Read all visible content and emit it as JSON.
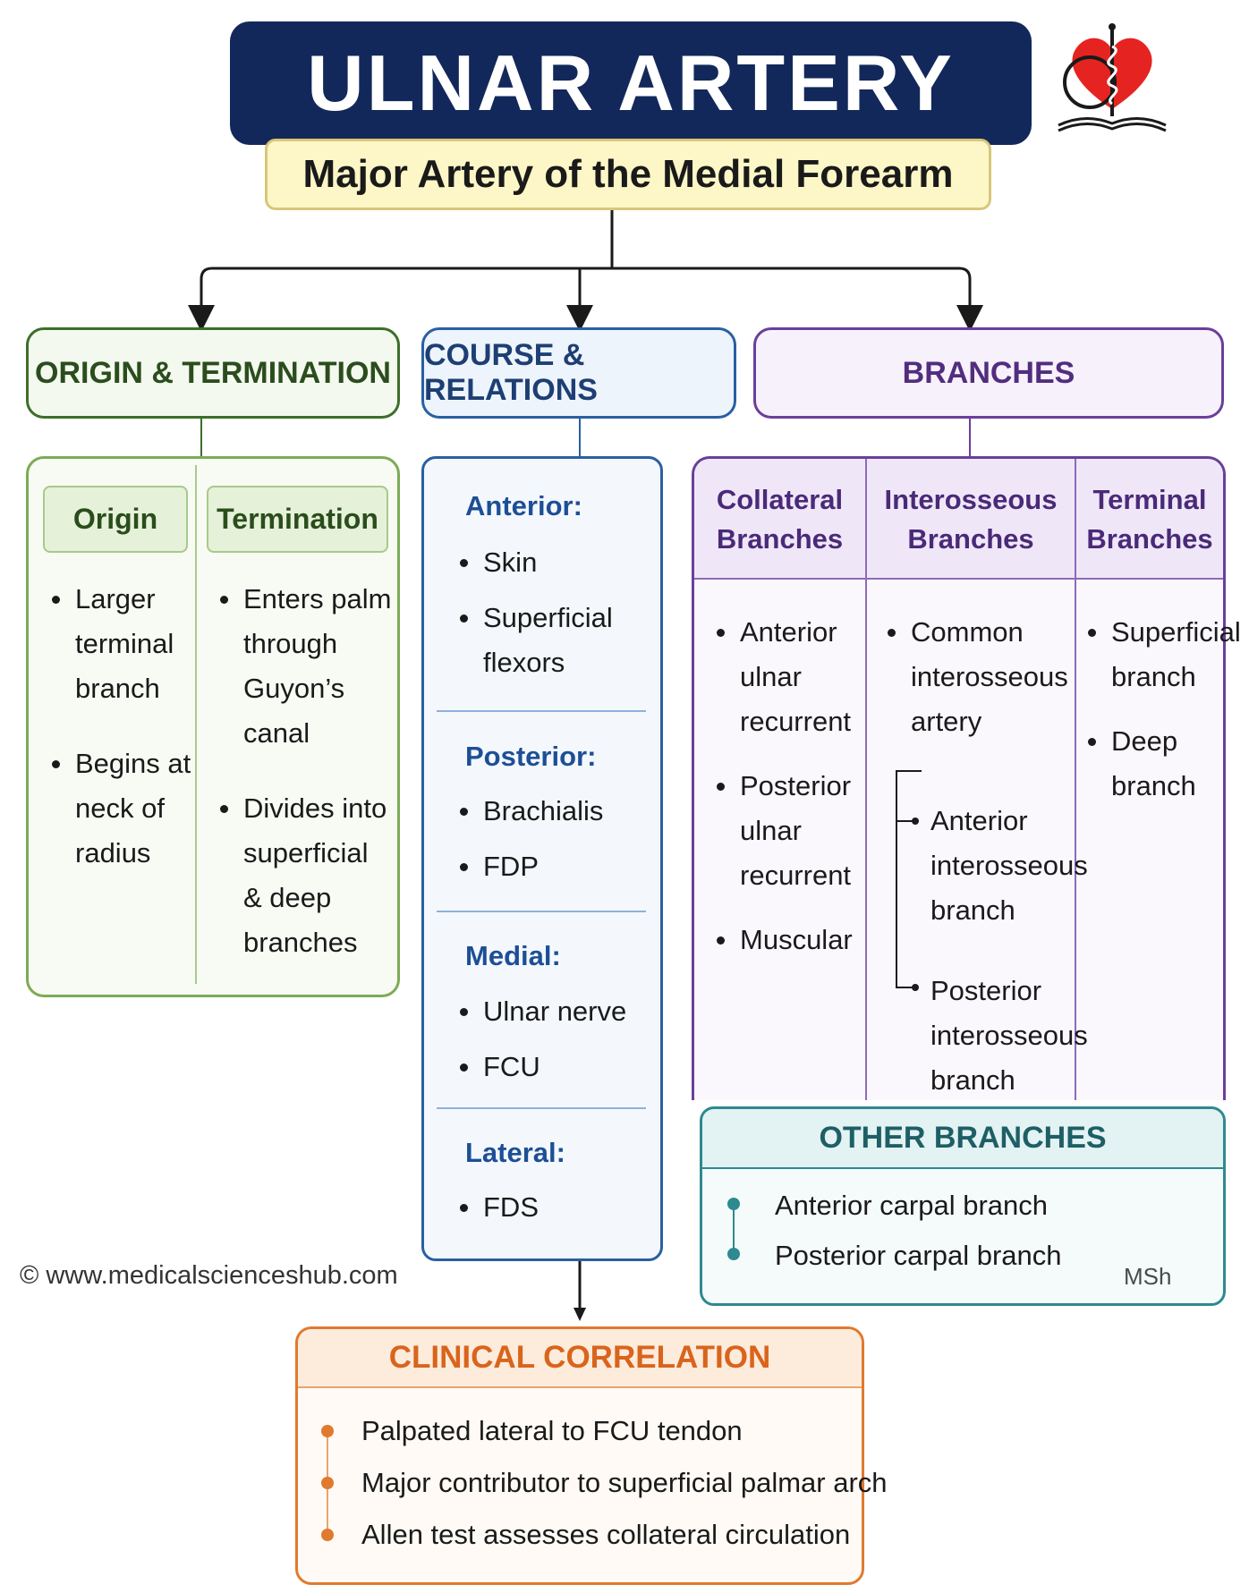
{
  "header": {
    "title": "ULNAR ARTERY",
    "subtitle": "Major Artery of the Medial Forearm"
  },
  "logo": {
    "icon": "heart-caduceus-book-logo",
    "colors": [
      "#e52421",
      "#1a1a1a"
    ]
  },
  "origin_termination": {
    "title": "ORIGIN & TERMINATION",
    "origin": {
      "label": "Origin",
      "items": [
        "Larger terminal branch",
        "Begins at neck of radius"
      ]
    },
    "termination": {
      "label": "Termination",
      "items": [
        "Enters palm through Guyon’s canal",
        "Divides into superficial & deep branches"
      ]
    }
  },
  "course_relations": {
    "title": "COURSE & RELATIONS",
    "groups": [
      {
        "label": "Anterior:",
        "items": [
          "Skin",
          "Superficial flexors"
        ]
      },
      {
        "label": "Posterior:",
        "items": [
          "Brachialis",
          "FDP"
        ]
      },
      {
        "label": "Medial:",
        "items": [
          "Ulnar nerve",
          "FCU"
        ]
      },
      {
        "label": "Lateral:",
        "items": [
          "FDS"
        ]
      }
    ]
  },
  "branches": {
    "title": "BRANCHES",
    "collateral": {
      "label": "Collateral Branches",
      "items": [
        "Anterior ulnar recurrent",
        "Posterior ulnar recurrent",
        "Muscular"
      ]
    },
    "interosseous": {
      "label": "Interosseous Branches",
      "items": [
        "Common interosseous artery"
      ],
      "sub_items": [
        "Anterior interosseous branch",
        "Posterior interosseous branch"
      ]
    },
    "terminal": {
      "label": "Terminal Branches",
      "items": [
        "Superficial branch",
        "Deep branch"
      ]
    }
  },
  "other_branches": {
    "title": "OTHER BRANCHES",
    "items": [
      "Anterior carpal branch",
      "Posterior carpal branch"
    ],
    "mark": "MSh"
  },
  "clinical_correlation": {
    "title": "CLINICAL CORRELATION",
    "items": [
      "Palpated lateral to FCU tendon",
      "Major contributor to superficial palmar arch",
      "Allen test assesses collateral circulation"
    ]
  },
  "footer": {
    "copyright": "© www.medicalscienceshub.com"
  },
  "colors": {
    "title_bg": "#13285a",
    "origin": "#3d6e2a",
    "course": "#2a5fa3",
    "branches": "#6a3f9a",
    "other": "#2d8a8f",
    "clinical": "#e07a2e"
  }
}
